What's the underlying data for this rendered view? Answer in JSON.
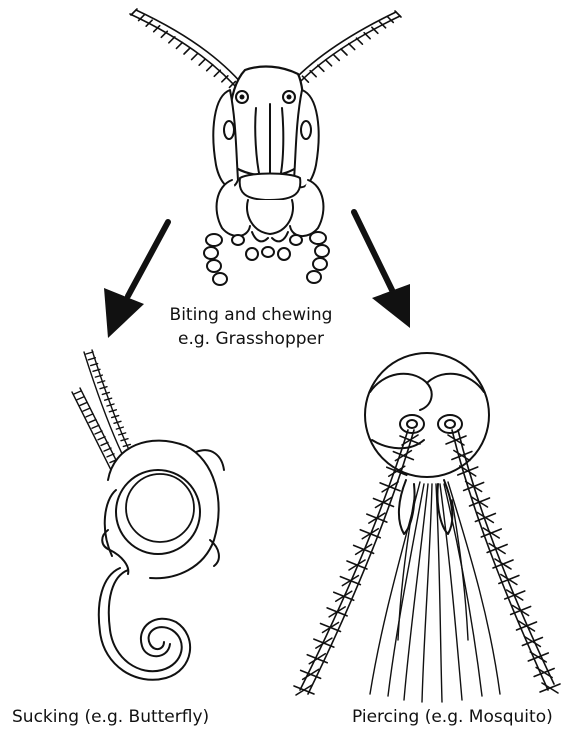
{
  "labels": {
    "biting_line1": "Biting and chewing",
    "biting_line2": "e.g. Grasshopper",
    "sucking": "Sucking (e.g. Butterfly)",
    "piercing": "Piercing (e.g. Mosquito)"
  },
  "colors": {
    "line": "#111111",
    "background": "#ffffff"
  },
  "figures": [
    {
      "icon": "grasshopper-head-icon"
    },
    {
      "icon": "butterfly-proboscis-icon"
    },
    {
      "icon": "mosquito-head-icon"
    }
  ]
}
